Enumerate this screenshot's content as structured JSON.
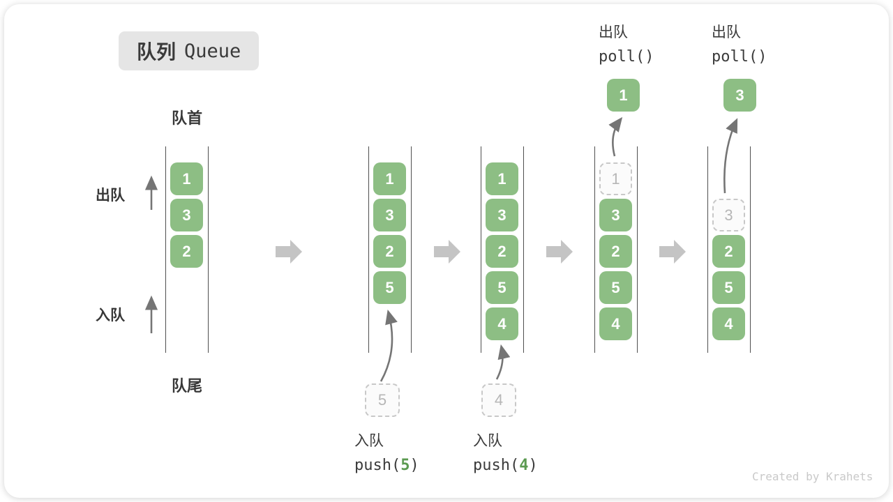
{
  "title": {
    "zh": "队列",
    "en": "Queue"
  },
  "labels": {
    "front": "队首",
    "rear": "队尾",
    "dequeue_side": "出队",
    "enqueue_side": "入队"
  },
  "watermark": "Created by Krahets",
  "colors": {
    "cell_green": "#8dbe84",
    "code_arg_green": "#5b9a50",
    "rail_line": "#4f4f4f",
    "block_arrow_gray": "#c4c4c4",
    "thin_arrow_gray": "#757575",
    "dashed_border": "#c8c8c8",
    "dashed_text": "#b6b6b6",
    "title_bg": "#e5e5e5",
    "text_dark": "#3b3b3b",
    "watermark_gray": "#c9c9c9"
  },
  "states": [
    {
      "name": "initial",
      "cells": [
        "1",
        "3",
        "2"
      ]
    },
    {
      "name": "after-push-5",
      "cells": [
        "1",
        "3",
        "2",
        "5"
      ],
      "op": {
        "kind": "enqueue",
        "label": "入队",
        "code_fn": "push(",
        "code_arg": "5",
        "code_close": ")",
        "staged_value": "5"
      }
    },
    {
      "name": "after-push-4",
      "cells": [
        "1",
        "3",
        "2",
        "5",
        "4"
      ],
      "op": {
        "kind": "enqueue",
        "label": "入队",
        "code_fn": "push(",
        "code_arg": "4",
        "code_close": ")",
        "staged_value": "4"
      }
    },
    {
      "name": "after-poll-1",
      "dashed_cell": "1",
      "cells": [
        "3",
        "2",
        "5",
        "4"
      ],
      "op": {
        "kind": "dequeue",
        "label": "出队",
        "code": "poll()",
        "removed_value": "1"
      }
    },
    {
      "name": "after-poll-3",
      "dashed_cell": "3",
      "cells": [
        "2",
        "5",
        "4"
      ],
      "op": {
        "kind": "dequeue",
        "label": "出队",
        "code": "poll()",
        "removed_value": "3"
      }
    }
  ]
}
